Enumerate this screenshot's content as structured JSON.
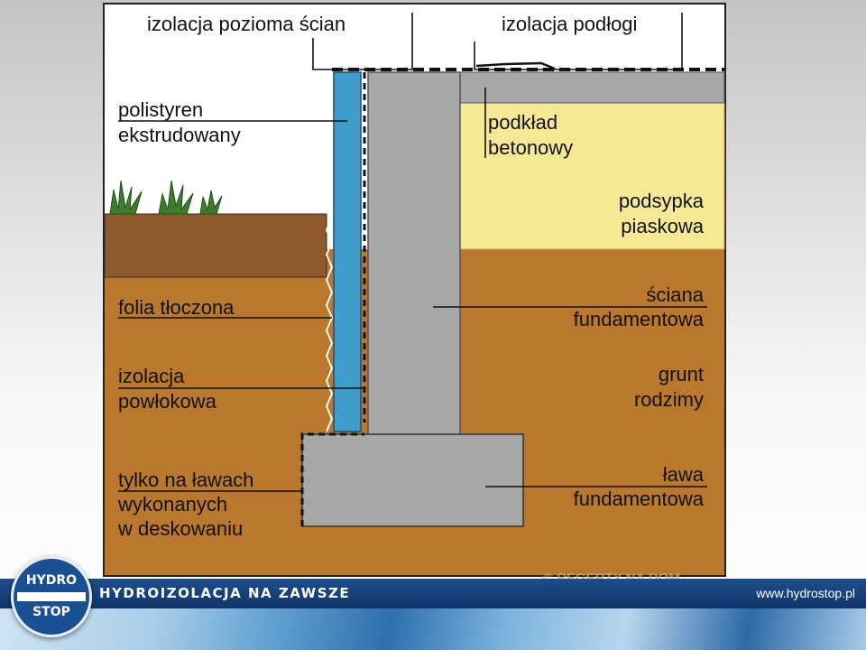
{
  "diagram": {
    "labels": {
      "horizontal_wall_insulation": "izolacja pozioma ścian",
      "floor_insulation": "izolacja podłogi",
      "xps_line1": "polistyren",
      "xps_line2": "ekstrudowany",
      "concrete_base_line1": "podkład",
      "concrete_base_line2": "betonowy",
      "sand_fill_line1": "podsypka",
      "sand_fill_line2": "piaskowa",
      "dimpled_membrane": "folia tłoczona",
      "foundation_wall_line1": "ściana",
      "foundation_wall_line2": "fundamentowa",
      "coating_line1": "izolacja",
      "coating_line2": "powłokowa",
      "native_soil_line1": "grunt",
      "native_soil_line2": "rodzimy",
      "formwork_line1": "tylko na ławach",
      "formwork_line2": "wykonanych",
      "formwork_line3": "w deskowaniu",
      "footing_line1": "ława",
      "footing_line2": "fundamentowa"
    },
    "watermark": "© REGERTY NA DOM",
    "colors": {
      "soil": "#b9782e",
      "topsoil": "#8e5a2c",
      "sand": "#f5e996",
      "concrete": "#a7a7a7",
      "xps": "#3f9ccc",
      "plants": "#3f7d2e"
    }
  },
  "footer": {
    "tagline": "HYDROIZOLACJA NA ZAWSZE",
    "website": "www.hydrostop.pl",
    "logo_top": "HYDRO",
    "logo_bottom": "STOP"
  }
}
